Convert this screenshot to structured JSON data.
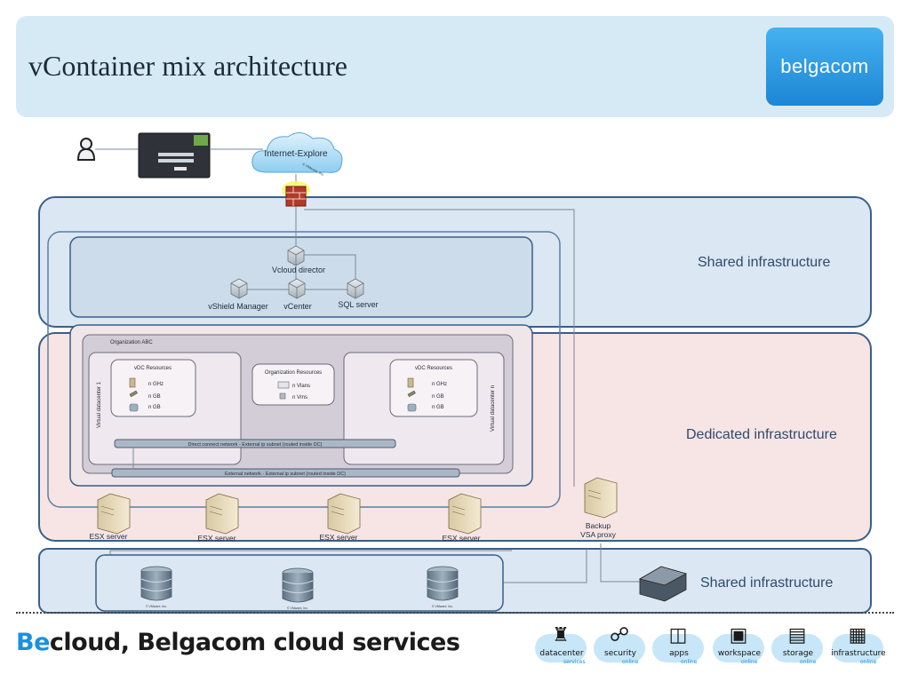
{
  "header": {
    "title": "vContainer mix architecture",
    "logo_text": "belgacom"
  },
  "diagram": {
    "user_node": "user-icon",
    "cloud_label": "Internet-Explore",
    "cloud_credit": "© VMware, Inc.",
    "zones": {
      "shared_top": "Shared infrastructure",
      "dedicated": "Dedicated infrastructure",
      "shared_bottom": "Shared infrastructure"
    },
    "management": {
      "vcloud_director": "Vcloud director",
      "vshield_manager": "vShield Manager",
      "vcenter": "vCenter",
      "sql_server": "SQL server"
    },
    "organization": {
      "title": "Organization ABC",
      "vdc_left_vertical": "Virtual datacenter 1",
      "vdc_right_vertical": "Virtual datacenter n",
      "vdc_left": {
        "title": "vDC Resources",
        "ghz": "n GHz",
        "gb1": "n GB",
        "gb2": "n GB"
      },
      "vdc_right": {
        "title": "vDC Resources",
        "ghz": "n GHz",
        "gb1": "n GB",
        "gb2": "n GB"
      },
      "org_resources": {
        "title": "Organization Resources",
        "vlans": "n Vlans",
        "vms": "n Vms"
      },
      "direct_network": "Direct connect network - External ip subnet (routed inside DC)",
      "external_network": "External network - External ip subnet (routed inside DC)"
    },
    "servers": {
      "esx1": "ESX server",
      "esx2": "ESX server",
      "esx3": "ESX server",
      "esx4": "ESX server",
      "backup_line1": "Backup",
      "backup_line2": "VSA proxy"
    },
    "storage_credit": "© VMware, Inc."
  },
  "footer": {
    "title_accent": "Be",
    "title_rest": "cloud, Belgacom cloud services",
    "services": [
      {
        "name": "datacenter",
        "sub": "services",
        "icon": "datacenter-icon"
      },
      {
        "name": "security",
        "sub": "online",
        "icon": "security-icon"
      },
      {
        "name": "apps",
        "sub": "online",
        "icon": "apps-icon"
      },
      {
        "name": "workspace",
        "sub": "online",
        "icon": "workspace-icon"
      },
      {
        "name": "storage",
        "sub": "online",
        "icon": "storage-icon"
      },
      {
        "name": "infrastructure",
        "sub": "online",
        "icon": "infrastructure-icon"
      }
    ]
  },
  "colors": {
    "shared_fill": "#dbe7f2",
    "dedicated_fill": "#f7e4e4",
    "zone_stroke": "#3a5f88",
    "org_fill": "#d3cdd8",
    "accent": "#1a90e0"
  }
}
